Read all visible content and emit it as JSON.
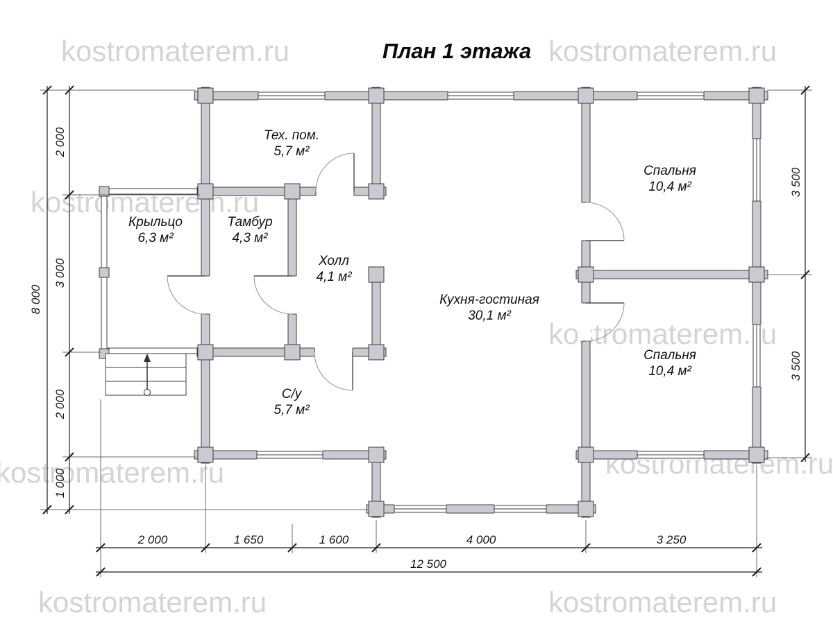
{
  "title": "План 1 этажа",
  "watermark": "kostromaterem.ru",
  "rooms": {
    "tehpom": {
      "name": "Тех. пом.",
      "area": "5,7 м²"
    },
    "bedroom_top": {
      "name": "Спальня",
      "area": "10,4 м²"
    },
    "porch": {
      "name": "Крыльцо",
      "area": "6,3 м²"
    },
    "tambur": {
      "name": "Тамбур",
      "area": "4,3 м²"
    },
    "hall": {
      "name": "Холл",
      "area": "4,1 м²"
    },
    "kitchen": {
      "name": "Кухня-гостиная",
      "area": "30,1 м²"
    },
    "bedroom_bottom": {
      "name": "Спальня",
      "area": "10,4 м²"
    },
    "su": {
      "name": "С/у",
      "area": "5,7 м²"
    }
  },
  "dimensions": {
    "left_total": "8 000",
    "left_segments": [
      "2 000",
      "3 000",
      "2 000",
      "1 000"
    ],
    "right_segments": [
      "3 500",
      "3 500"
    ],
    "bottom_segments": [
      "2 000",
      "1 650",
      "1 600",
      "4 000",
      "3 250"
    ],
    "bottom_total": "12 500"
  },
  "colors": {
    "wall_fill": "#c9cbd1",
    "wall_stroke": "#3c3c44",
    "watermark": "#d4d4d4"
  }
}
